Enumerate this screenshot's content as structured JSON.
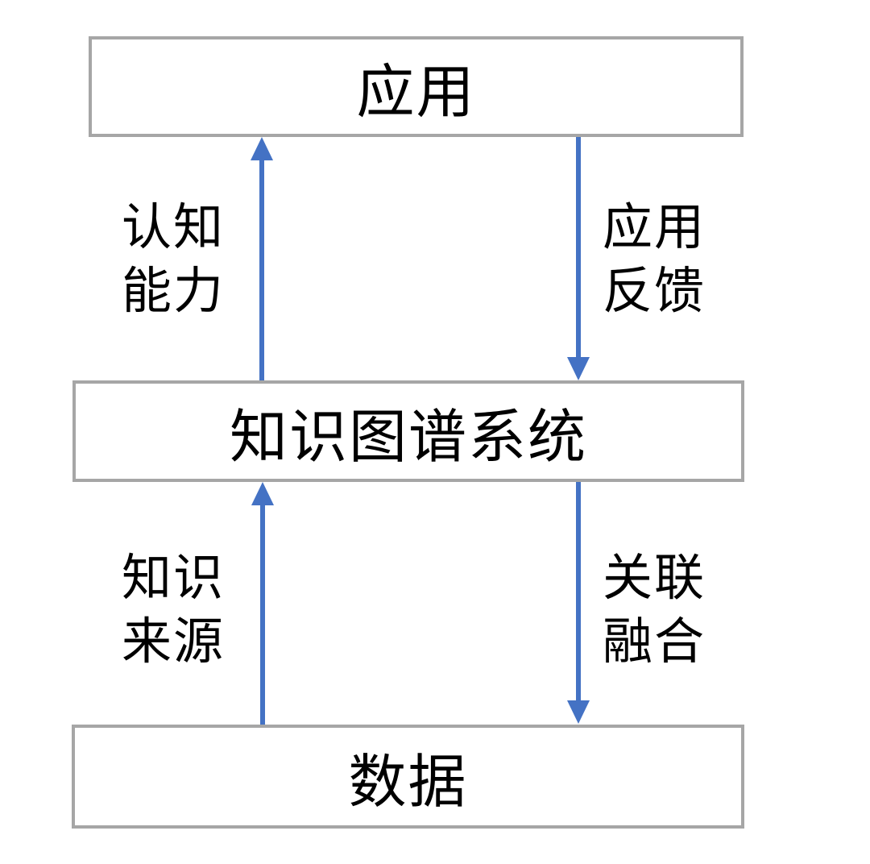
{
  "colors": {
    "background": "#ffffff",
    "box_border": "#a6a6a6",
    "box_fill": "#ffffff",
    "arrow_blue": "#4472c4",
    "text": "#000000"
  },
  "nodes": [
    {
      "id": "application",
      "label": "应用"
    },
    {
      "id": "knowledge-graph-system",
      "label": "知识图谱系统"
    },
    {
      "id": "data",
      "label": "数据"
    }
  ],
  "edges": [
    {
      "id": "cognitive-ability",
      "from": "knowledge-graph-system",
      "to": "application",
      "direction": "up",
      "label": "认知能力",
      "label_lines": [
        "认知",
        "能力"
      ]
    },
    {
      "id": "application-feedback",
      "from": "application",
      "to": "knowledge-graph-system",
      "direction": "down",
      "label": "应用反馈",
      "label_lines": [
        "应用",
        "反馈"
      ]
    },
    {
      "id": "knowledge-source",
      "from": "data",
      "to": "knowledge-graph-system",
      "direction": "up",
      "label": "知识来源",
      "label_lines": [
        "知识",
        "来源"
      ]
    },
    {
      "id": "association-fusion",
      "from": "knowledge-graph-system",
      "to": "data",
      "direction": "down",
      "label": "关联融合",
      "label_lines": [
        "关联",
        "融合"
      ]
    }
  ]
}
